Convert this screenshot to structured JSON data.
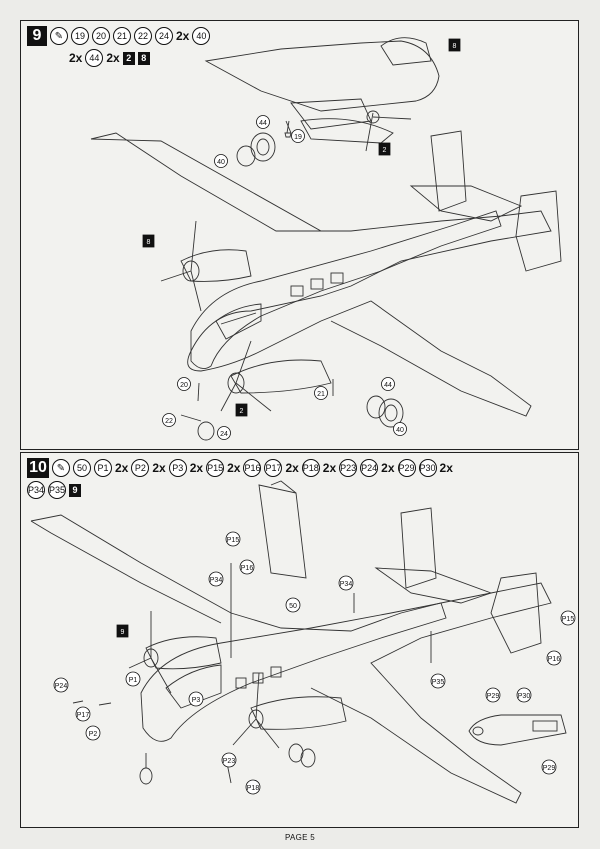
{
  "step9": {
    "number": "9",
    "parts_line1": [
      "19",
      "20",
      "21",
      "22",
      "24"
    ],
    "qty_a": "2x",
    "part_a": "40",
    "qty_b": "2x",
    "part_b": "44",
    "qty_c": "2x",
    "sprue_a": "2",
    "sprue_b": "8",
    "callouts": {
      "top_sprue": "8",
      "left_sprue": "8",
      "right_sprue": "2",
      "bottom_sprue": "2",
      "p44a": "44",
      "p19": "19",
      "p40a": "40",
      "p20": "20",
      "p22": "22",
      "p24": "24",
      "p21": "21",
      "p44b": "44",
      "p40b": "40"
    }
  },
  "step10": {
    "number": "10",
    "parts": [
      "50",
      "P1"
    ],
    "pairs": [
      {
        "qty": "2x",
        "part": "P2"
      },
      {
        "qty": "2x",
        "part": "P3"
      },
      {
        "qty": "2x",
        "part": "P15"
      },
      {
        "qty": "2x",
        "part": "P16"
      },
      {
        "qty": "",
        "part": "P17"
      },
      {
        "qty": "2x",
        "part": "P18"
      },
      {
        "qty": "2x",
        "part": "P23"
      },
      {
        "qty": "",
        "part": "P24"
      },
      {
        "qty": "2x",
        "part": "P29"
      },
      {
        "qty": "",
        "part": "P30"
      },
      {
        "qty": "2x",
        "part": "P34"
      },
      {
        "qty": "",
        "part": "P35"
      }
    ],
    "sprue": "9",
    "callouts": {
      "sprue9": "9",
      "p15a": "P15",
      "p16a": "P16",
      "p34a": "P34",
      "p50": "50",
      "p34b": "P34",
      "p35": "P35",
      "p15b": "P15",
      "p16b": "P16",
      "p24": "P24",
      "p17": "P17",
      "p1": "P1",
      "p3": "P3",
      "p2": "P2",
      "p23": "P23",
      "p18": "P18",
      "p29": "P29",
      "p30": "P30",
      "p29b": "P29"
    }
  },
  "footer": "PAGE 5"
}
